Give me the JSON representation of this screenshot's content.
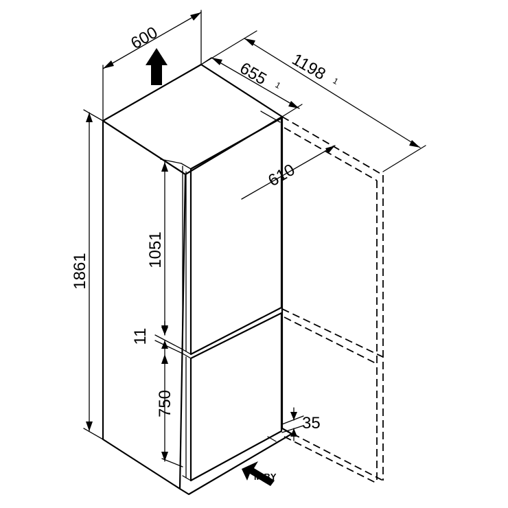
{
  "dimensions": {
    "width": "600",
    "depth_total": "1198",
    "depth_total_note": "1",
    "depth_body": "655",
    "depth_body_note": "1",
    "depth_door_open": "610",
    "height_total": "1861",
    "height_fridge_door": "1051",
    "door_gap": "11",
    "height_freezer_door": "750",
    "plinth": "35"
  },
  "watermark": "M.BY",
  "icons": {
    "direction_arrow": "arrow-up-icon",
    "airflow_arrow": "arrow-diagonal-icon"
  },
  "colors": {
    "line": "#000000",
    "background": "#ffffff"
  }
}
